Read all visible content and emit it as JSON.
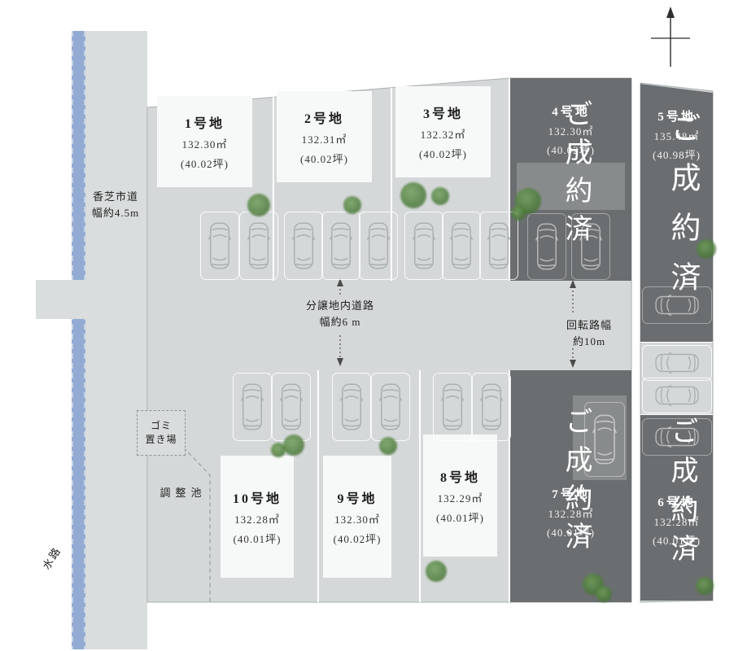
{
  "labels": {
    "road_left": {
      "line1": "香芝市道",
      "line2": "幅約4.5m"
    },
    "inner_road": {
      "line1": "分譲地内道路",
      "line2": "幅約6 m"
    },
    "turning": {
      "line1": "回転路幅",
      "line2": "約10m"
    },
    "garbage": {
      "line1": "ゴミ",
      "line2": "置き場"
    },
    "pond": "調整池",
    "waterway": "水路",
    "sold": "ご成約済"
  },
  "plots": [
    {
      "name": "1号地",
      "area_m2": "132.30㎡",
      "area_tsubo": "(40.02坪)",
      "sold": false
    },
    {
      "name": "2号地",
      "area_m2": "132.31㎡",
      "area_tsubo": "(40.02坪)",
      "sold": false
    },
    {
      "name": "3号地",
      "area_m2": "132.32㎡",
      "area_tsubo": "(40.02坪)",
      "sold": false
    },
    {
      "name": "4号地",
      "area_m2": "132.30㎡",
      "area_tsubo": "(40.02坪)",
      "sold": true
    },
    {
      "name": "5号地",
      "area_m2": "135.48㎡",
      "area_tsubo": "(40.98坪)",
      "sold": true
    },
    {
      "name": "6号地",
      "area_m2": "132.28㎡",
      "area_tsubo": "(40.01坪)",
      "sold": true
    },
    {
      "name": "7号地",
      "area_m2": "132.28㎡",
      "area_tsubo": "(40.01坪)",
      "sold": true
    },
    {
      "name": "8号地",
      "area_m2": "132.29㎡",
      "area_tsubo": "(40.01坪)",
      "sold": false
    },
    {
      "name": "9号地",
      "area_m2": "132.30㎡",
      "area_tsubo": "(40.02坪)",
      "sold": false
    },
    {
      "name": "10号地",
      "area_m2": "132.28㎡",
      "area_tsubo": "(40.01坪)",
      "sold": false
    }
  ],
  "colors": {
    "waterway_blue": "#93abd3",
    "road_gray": "#dadddd",
    "parcel_gray": "#d5d8d9",
    "sold_dark": "#656769",
    "tree_green": "#4e7d3c"
  }
}
